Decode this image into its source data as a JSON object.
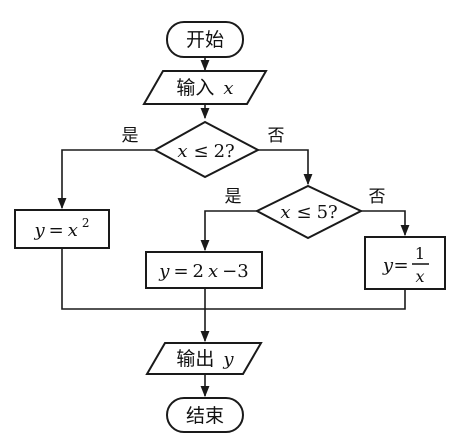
{
  "flowchart": {
    "start": "开始",
    "input": {
      "text": "输入",
      "var": "x"
    },
    "decision1": {
      "var": "x",
      "op": "≤",
      "value": "2?"
    },
    "decision2": {
      "var": "x",
      "op": "≤",
      "value": "5?"
    },
    "branch_yes": "是",
    "branch_no": "否",
    "process1": {
      "var": "y",
      "eq": "=",
      "expr_var": "x",
      "exponent": "2"
    },
    "process2": {
      "var": "y",
      "eq": "=",
      "coef": "2",
      "expr_var": "x",
      "rest": "−3"
    },
    "process3": {
      "var": "y",
      "eq": "=",
      "numerator": "1",
      "denominator": "x"
    },
    "output": {
      "text": "输出",
      "var": "y"
    },
    "end": "结束"
  }
}
